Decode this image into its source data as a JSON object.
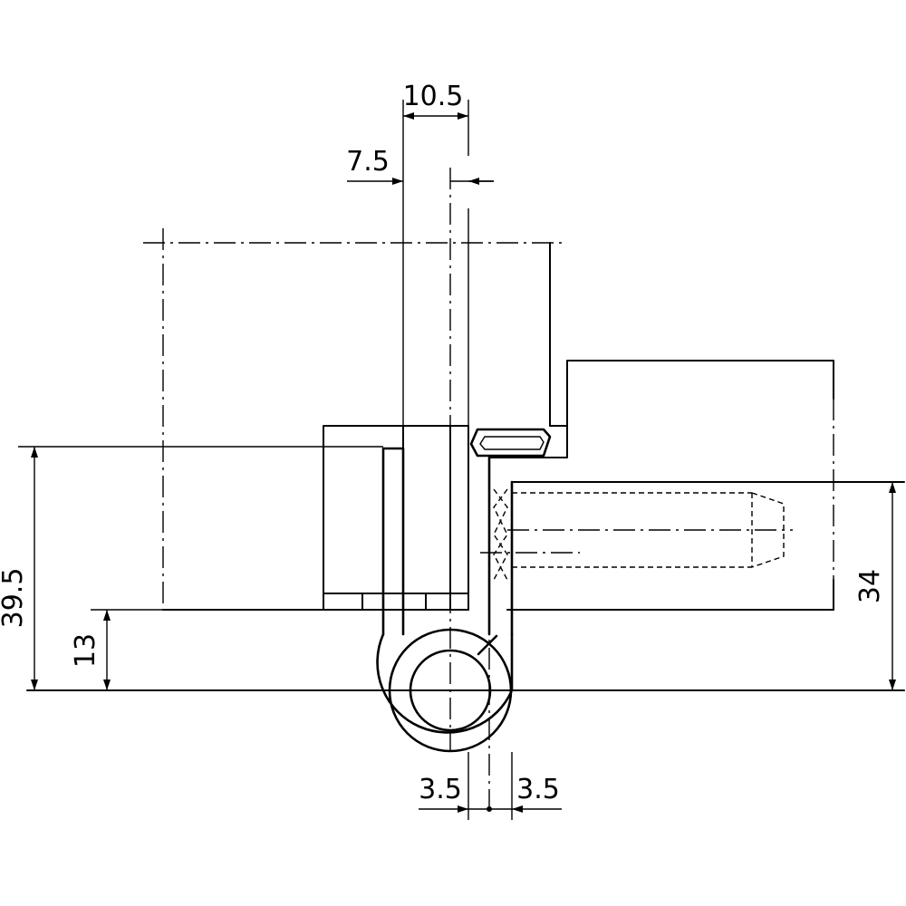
{
  "drawing": {
    "dimensions": {
      "top_width": "10.5",
      "top_offset": "7.5",
      "height_left": "39.5",
      "height_small": "13",
      "height_right": "34",
      "bottom_left": "3.5",
      "bottom_right": "3.5"
    }
  }
}
